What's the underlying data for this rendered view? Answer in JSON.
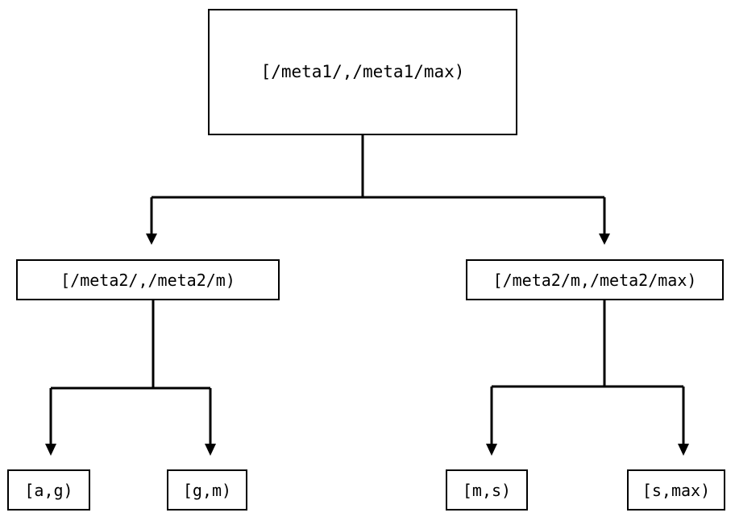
{
  "diagram": {
    "type": "binary-tree",
    "title": "",
    "orientation": "top-down",
    "edge_style": "orthogonal",
    "arrowhead": "filled-triangle-down",
    "colors": {
      "stroke": "#000000",
      "fill": "#ffffff",
      "text": "#000000",
      "background": "#ffffff"
    },
    "nodes": {
      "root": {
        "id": "root",
        "label": "[/meta1/,/meta1/max)"
      },
      "mid_left": {
        "id": "mid_left",
        "label": "[/meta2/,/meta2/m)"
      },
      "mid_right": {
        "id": "mid_right",
        "label": "[/meta2/m,/meta2/max)"
      },
      "leaf_ag": {
        "id": "leaf_ag",
        "label": "[a,g)"
      },
      "leaf_gm": {
        "id": "leaf_gm",
        "label": "[g,m)"
      },
      "leaf_ms": {
        "id": "leaf_ms",
        "label": "[m,s)"
      },
      "leaf_smax": {
        "id": "leaf_smax",
        "label": "[s,max)"
      }
    },
    "edges": [
      {
        "from": "root",
        "to": "mid_left"
      },
      {
        "from": "root",
        "to": "mid_right"
      },
      {
        "from": "mid_left",
        "to": "leaf_ag"
      },
      {
        "from": "mid_left",
        "to": "leaf_gm"
      },
      {
        "from": "mid_right",
        "to": "leaf_ms"
      },
      {
        "from": "mid_right",
        "to": "leaf_smax"
      }
    ]
  }
}
